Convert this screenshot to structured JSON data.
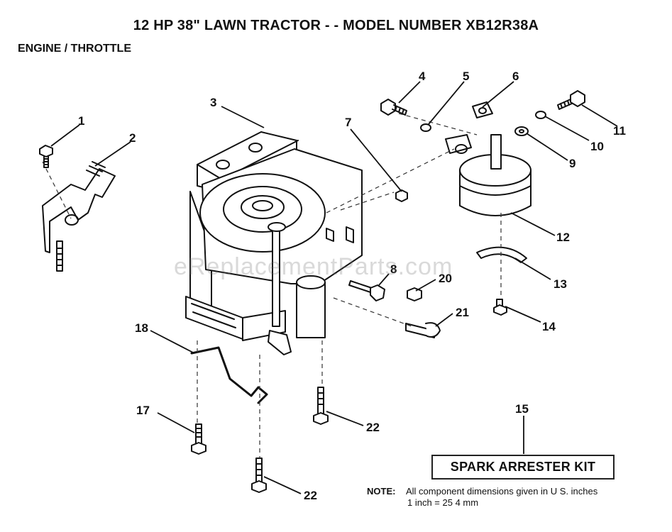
{
  "title": "12 HP 38\" LAWN TRACTOR - - MODEL NUMBER XB12R38A",
  "subtitle": "ENGINE / THROTTLE",
  "callouts": [
    {
      "key": "p1",
      "label": "1"
    },
    {
      "key": "p2",
      "label": "2"
    },
    {
      "key": "p3",
      "label": "3"
    },
    {
      "key": "p4",
      "label": "4"
    },
    {
      "key": "p5",
      "label": "5"
    },
    {
      "key": "p6",
      "label": "6"
    },
    {
      "key": "p7",
      "label": "7"
    },
    {
      "key": "p8",
      "label": "8"
    },
    {
      "key": "p9",
      "label": "9"
    },
    {
      "key": "p10",
      "label": "10"
    },
    {
      "key": "p11",
      "label": "11"
    },
    {
      "key": "p12",
      "label": "12"
    },
    {
      "key": "p13",
      "label": "13"
    },
    {
      "key": "p14",
      "label": "14"
    },
    {
      "key": "p15",
      "label": "15"
    },
    {
      "key": "p17",
      "label": "17"
    },
    {
      "key": "p18",
      "label": "18"
    },
    {
      "key": "p20",
      "label": "20"
    },
    {
      "key": "p21",
      "label": "21"
    },
    {
      "key": "p22a",
      "label": "22"
    },
    {
      "key": "p22b",
      "label": "22"
    }
  ],
  "kit_label": "SPARK ARRESTER KIT",
  "note": {
    "heading": "NOTE:",
    "line1": "All component dimensions given in U S. inches",
    "line2": "1 inch = 25 4 mm"
  },
  "watermark": "eReplacementParts.com"
}
